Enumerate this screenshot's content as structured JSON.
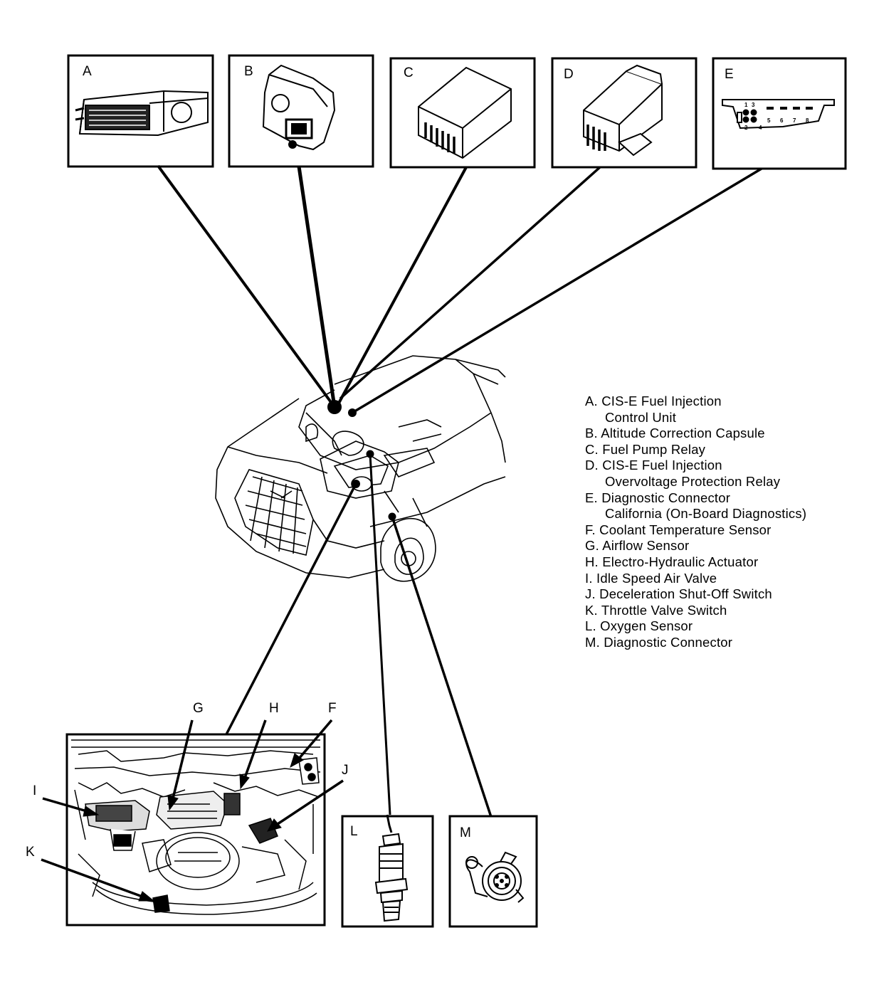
{
  "boxes": [
    {
      "letter": "A"
    },
    {
      "letter": "B"
    },
    {
      "letter": "C"
    },
    {
      "letter": "D"
    },
    {
      "letter": "E"
    },
    {
      "letter": "L"
    },
    {
      "letter": "M"
    }
  ],
  "connector_e_pins": [
    "1",
    "3",
    "5",
    "6",
    "7",
    "8",
    "2",
    "4"
  ],
  "engine_callouts": [
    "G",
    "H",
    "F",
    "J",
    "I",
    "K"
  ],
  "legend": [
    {
      "lines": [
        "A. CIS-E Fuel Injection",
        "Control Unit"
      ]
    },
    {
      "lines": [
        "B. Altitude Correction Capsule"
      ]
    },
    {
      "lines": [
        "C. Fuel Pump Relay"
      ]
    },
    {
      "lines": [
        "D. CIS-E Fuel Injection",
        "Overvoltage Protection Relay"
      ]
    },
    {
      "lines": [
        "E. Diagnostic Connector",
        "California (On-Board Diagnostics)"
      ]
    },
    {
      "lines": [
        "F. Coolant Temperature Sensor"
      ]
    },
    {
      "lines": [
        "G. Airflow Sensor"
      ]
    },
    {
      "lines": [
        "H. Electro-Hydraulic Actuator"
      ]
    },
    {
      "lines": [
        "I. Idle Speed Air Valve"
      ]
    },
    {
      "lines": [
        "J. Deceleration Shut-Off Switch"
      ]
    },
    {
      "lines": [
        "K. Throttle Valve Switch"
      ]
    },
    {
      "lines": [
        "L. Oxygen Sensor"
      ]
    },
    {
      "lines": [
        "M. Diagnostic Connector"
      ]
    }
  ]
}
